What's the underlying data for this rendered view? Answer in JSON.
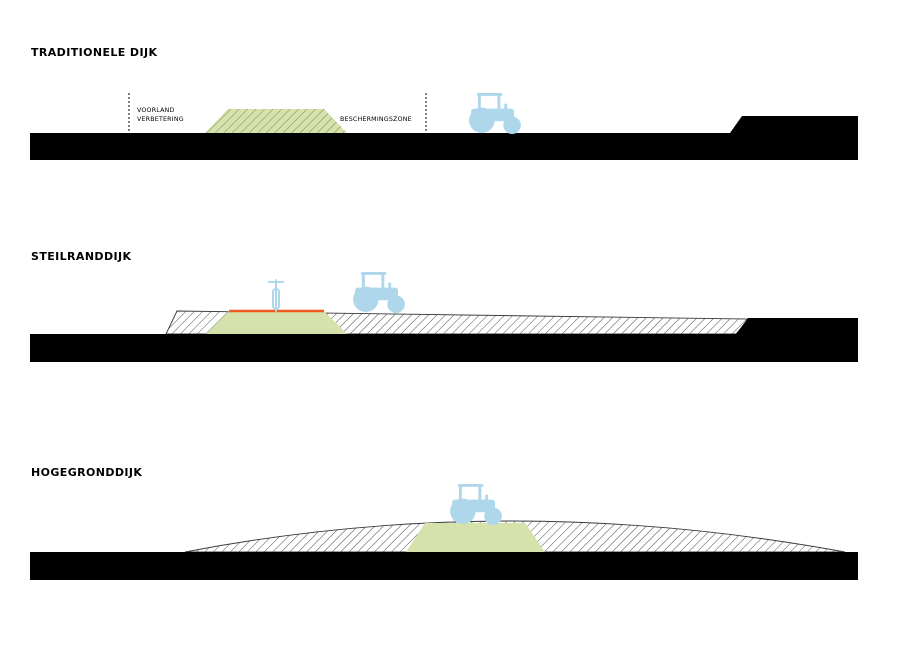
{
  "panels": [
    {
      "id": "traditionele-dijk",
      "title": "TRADITIONELE DIJK",
      "labels": {
        "foreland_line1": "VOORLAND",
        "foreland_line2": "VERBETERING",
        "protection_zone": "BESCHERMINGSZONE"
      }
    },
    {
      "id": "steilranddijk",
      "title": "STEILRANDDIJK"
    },
    {
      "id": "hogegronddijk",
      "title": "HOGEGRONDDIJK"
    }
  ],
  "colors": {
    "ground": "#000000",
    "dike_core": "#d6e2ac",
    "hatch": "#3a3a3a",
    "tractor": "#aed7ec",
    "bike_path": "#ef5a1e",
    "bicycle": "#aed7ec"
  },
  "icons": [
    "tractor-icon",
    "bicycle-icon"
  ]
}
